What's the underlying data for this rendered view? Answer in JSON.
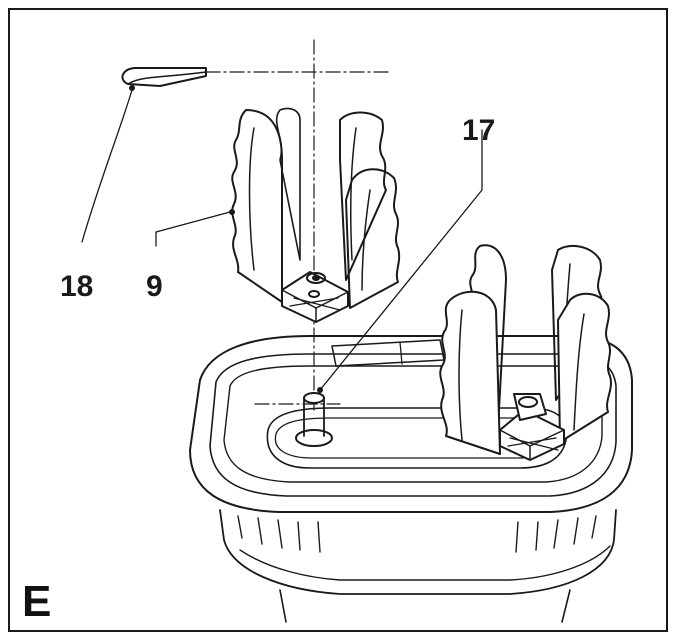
{
  "panel": {
    "letter": "E"
  },
  "callouts": {
    "c17": "17",
    "c18": "18",
    "c9": "9"
  },
  "parts": {
    "clip": "spring-clip",
    "upper_holder": "toothed-basket-holder",
    "pin": "mounting-pin",
    "lower_holder": "mounted-basket-holder",
    "bowl": "base-bowl"
  },
  "colors": {
    "line": "#1a1a1a",
    "paper": "#ffffff"
  }
}
